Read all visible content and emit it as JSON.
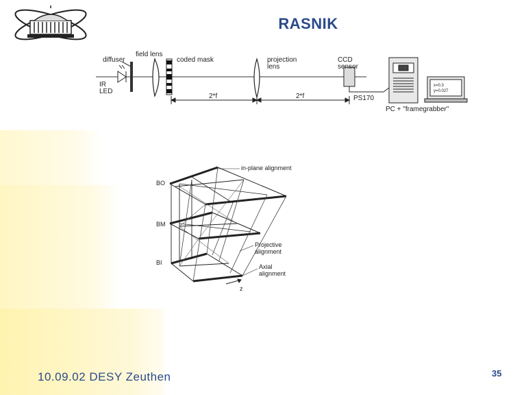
{
  "slide": {
    "title": "RASNIK",
    "footer": "10.09.02 DESY Zeuthen",
    "page_number": "35"
  },
  "setup_diagram": {
    "labels": {
      "diffuser": "diffuser",
      "field_lens": "field lens",
      "coded_mask": "coded mask",
      "projection_lens_1": "projection",
      "projection_lens_2": "lens",
      "ccd_1": "CCD",
      "ccd_2": "sensor",
      "ir_1": "IR",
      "ir_2": "LED",
      "cable": "PS170",
      "distance_left": "2*f",
      "distance_right": "2*f",
      "pc": "PC + \"framegrabber\"",
      "monitor_1": "x=0.3",
      "monitor_2": "y=0.027"
    }
  },
  "alignment_diagram": {
    "labels": {
      "bo": "BO",
      "bm": "BM",
      "bi": "BI",
      "in_plane": "in-plane alignment",
      "projective_1": "Projective",
      "projective_2": "alignment",
      "axial_1": "Axial",
      "axial_2": "alignment",
      "z_axis": "z"
    }
  }
}
